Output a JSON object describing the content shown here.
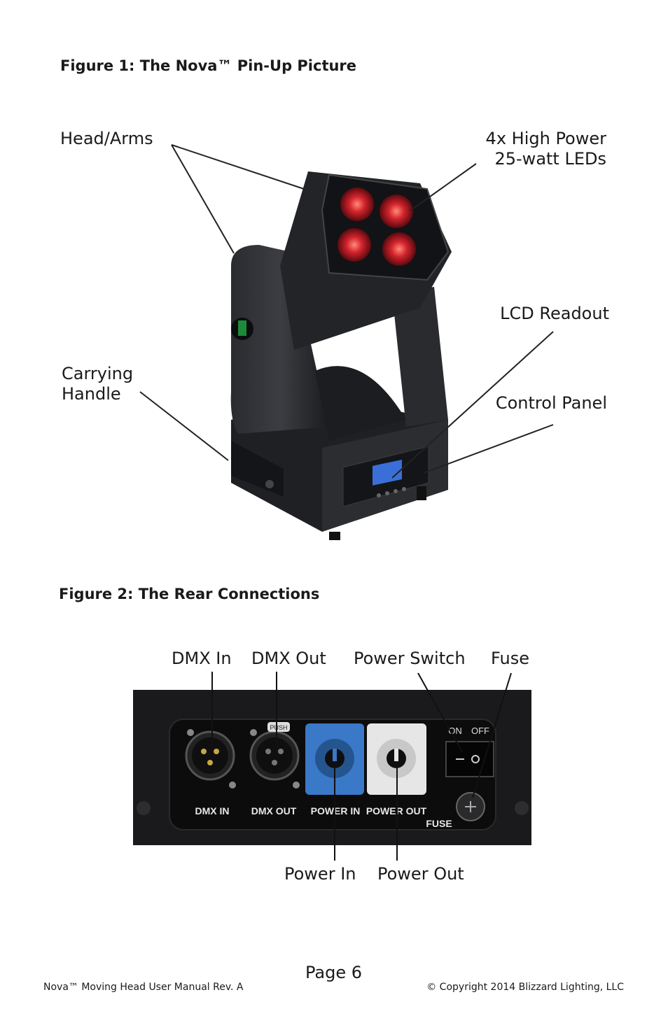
{
  "figure1": {
    "title": "Figure 1:  The Nova™ Pin-Up Picture",
    "callouts": {
      "head_arms": "Head/Arms",
      "leds_line1": "4x High Power",
      "leds_line2": "25-watt LEDs",
      "lcd": "LCD Readout",
      "handle_line1": "Carrying",
      "handle_line2": "Handle",
      "control_panel": "Control Panel"
    }
  },
  "figure2": {
    "title": "Figure 2: The Rear Connections",
    "callouts": {
      "dmx_in": "DMX In",
      "dmx_out": "DMX Out",
      "power_switch": "Power Switch",
      "fuse": "Fuse",
      "power_in": "Power In",
      "power_out": "Power Out"
    },
    "panel_labels": {
      "dmx_in": "DMX IN",
      "dmx_out": "DMX OUT",
      "power_in": "POWER IN",
      "power_out": "POWER OUT",
      "fuse": "FUSE",
      "on": "ON",
      "off": "OFF",
      "push": "PUSH"
    }
  },
  "footer": {
    "page": "Page 6",
    "left": "Nova™ Moving Head User Manual Rev. A",
    "right": "© Copyright 2014 Blizzard Lighting, LLC"
  },
  "colors": {
    "power_in_connector": "#3a78c8",
    "power_out_connector": "#e6e6e6",
    "led_glow": "#c0202a",
    "body_dark": "#1e1f22"
  }
}
